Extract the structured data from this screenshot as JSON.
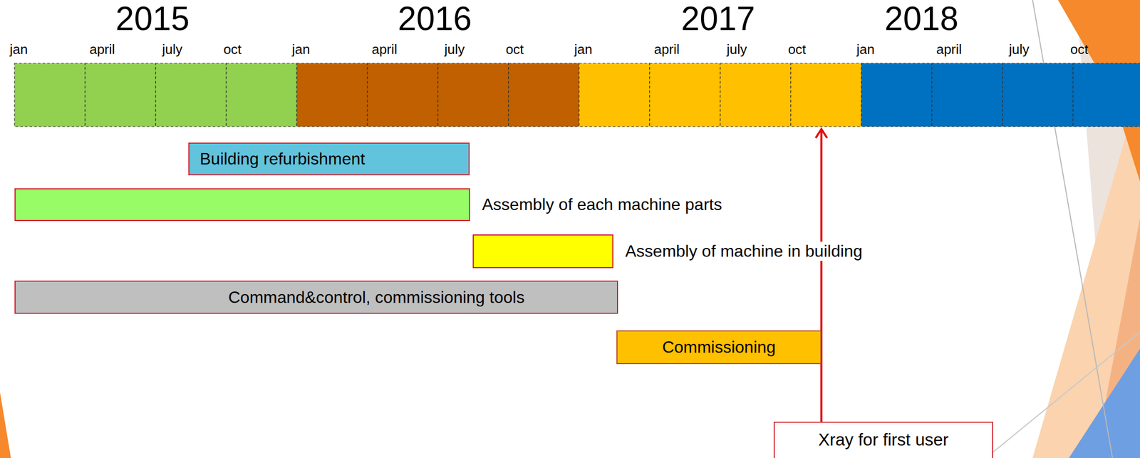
{
  "diagram": {
    "nodes": [
      {
        "text": [
          "Building refurbishment"
        ]
      },
      {
        "text": [
          "Assembly of each machine parts"
        ]
      },
      {
        "text": [
          "Assembly of machine in building"
        ]
      },
      {
        "text": [
          "Command&control, commissioning tools"
        ]
      },
      {
        "text": [
          "Commissioning"
        ]
      },
      {
        "text": [
          "Xray for first user"
        ]
      }
    ],
    "labels": [
      "2015",
      "2016",
      "2017",
      "2018",
      "jan",
      "april",
      "july",
      "oct",
      "jan",
      "april",
      "july",
      "oct",
      "jan",
      "april",
      "july",
      "oct",
      "jan",
      "april",
      "july",
      "oct"
    ]
  }
}
